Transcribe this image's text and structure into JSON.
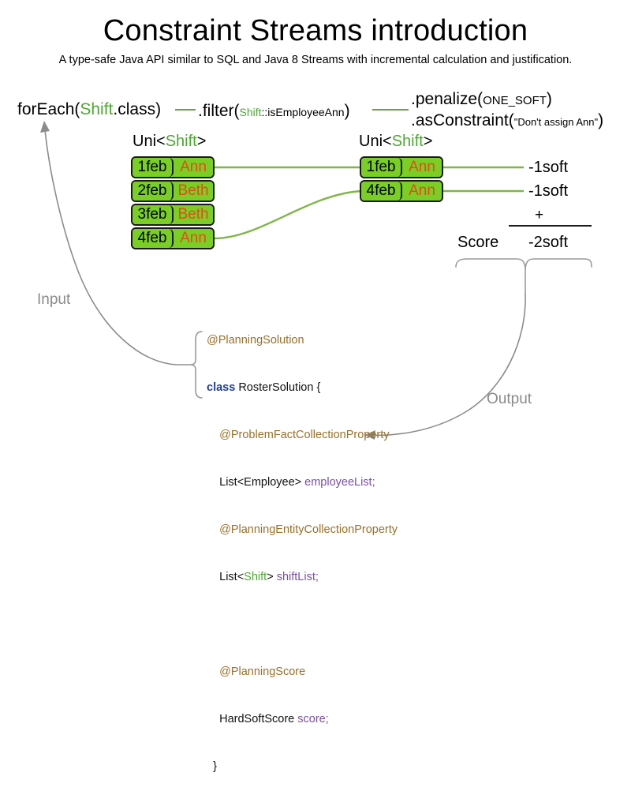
{
  "title": "Constraint Streams introduction",
  "subtitle": "A type-safe Java API similar to SQL and Java 8 Streams with incremental calculation and justification.",
  "pipeline": {
    "foreach": {
      "call": "forEach(",
      "type": "Shift",
      "tail": ".class)"
    },
    "filter": {
      "call": ".filter(",
      "type": "Shift",
      "method": "::isEmployeeAnn",
      "tail": ")"
    },
    "penalize": {
      "call": ".penalize(",
      "arg": "ONE_SOFT",
      "tail": ")"
    },
    "as_constraint": {
      "call": ".asConstraint(",
      "arg": "\"Don't assign Ann\"",
      "tail": ")"
    }
  },
  "streams": {
    "left": {
      "label_prefix": "Uni<",
      "label_type": "Shift",
      "label_suffix": ">",
      "rows": [
        {
          "date": "1feb",
          "name": "Ann"
        },
        {
          "date": "2feb",
          "name": "Beth"
        },
        {
          "date": "3feb",
          "name": "Beth"
        },
        {
          "date": "4feb",
          "name": "Ann"
        }
      ]
    },
    "right": {
      "label_prefix": "Uni<",
      "label_type": "Shift",
      "label_suffix": ">",
      "rows": [
        {
          "date": "1feb",
          "name": "Ann",
          "penalty": "-1soft"
        },
        {
          "date": "4feb",
          "name": "Ann",
          "penalty": "-1soft"
        }
      ]
    }
  },
  "score": {
    "operator": "+",
    "label": "Score",
    "total": "-2soft"
  },
  "notes": {
    "input": "Input",
    "output": "Output"
  },
  "code": {
    "line1_ann": "@PlanningSolution",
    "line2_kw": "class",
    "line2_rest": " RosterSolution {",
    "line3_ann": "@ProblemFactCollectionProperty",
    "line4_decl": "List<Employee> ",
    "line4_field": "employeeList;",
    "line5_ann": "@PlanningEntityCollectionProperty",
    "line6_pre": "List<",
    "line6_type": "Shift",
    "line6_post": "> ",
    "line6_field": "shiftList;",
    "line7_ann": "@PlanningScore",
    "line8_decl": "HardSoftScore ",
    "line8_field": "score;",
    "line9_close": "}"
  },
  "colors": {
    "tuple_fill": "#79cf24",
    "tuple_border": "#1a1a1a",
    "tuple_name_text": "#e8491d",
    "stream_line": "#7fb648",
    "type_green": "#4ca832",
    "annotation_brown": "#9a7029",
    "keyword_blue": "#20409a",
    "field_purple": "#7b4ea8",
    "note_gray": "#8a8a8a",
    "background": "#ffffff"
  }
}
